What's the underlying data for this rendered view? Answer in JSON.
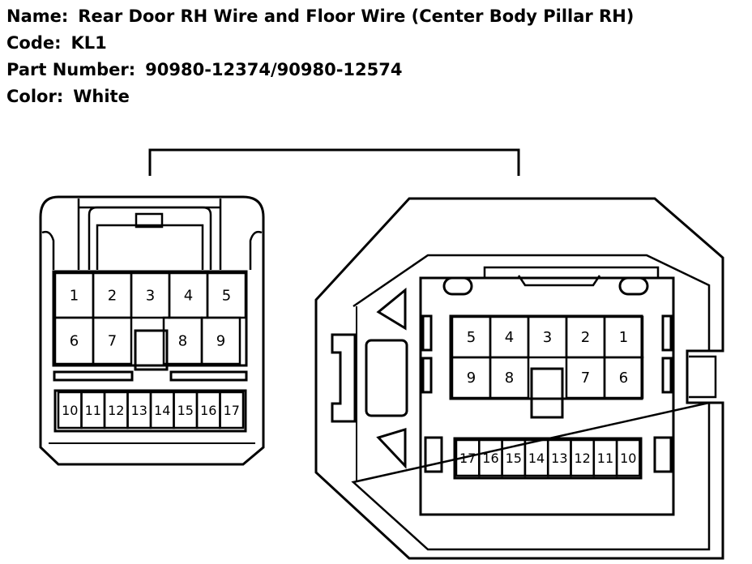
{
  "info": {
    "name_label": "Name:",
    "name_value": "Rear Door RH Wire and Floor Wire (Center Body Pillar RH)",
    "code_label": "Code:",
    "code_value": "KL1",
    "part_label": "Part Number:",
    "part_value": "90980-12374/90980-12574",
    "color_label": "Color:",
    "color_value": "White"
  },
  "left_connector": {
    "top_row": [
      "1",
      "2",
      "3",
      "4",
      "5"
    ],
    "mid_row": [
      "6",
      "7",
      "8",
      "9"
    ],
    "bottom_row": [
      "10",
      "11",
      "12",
      "13",
      "14",
      "15",
      "16",
      "17"
    ]
  },
  "right_connector": {
    "top_row": [
      "5",
      "4",
      "3",
      "2",
      "1"
    ],
    "mid_row": [
      "9",
      "8",
      "7",
      "6"
    ],
    "bottom_row": [
      "17",
      "16",
      "15",
      "14",
      "13",
      "12",
      "11",
      "10"
    ]
  }
}
